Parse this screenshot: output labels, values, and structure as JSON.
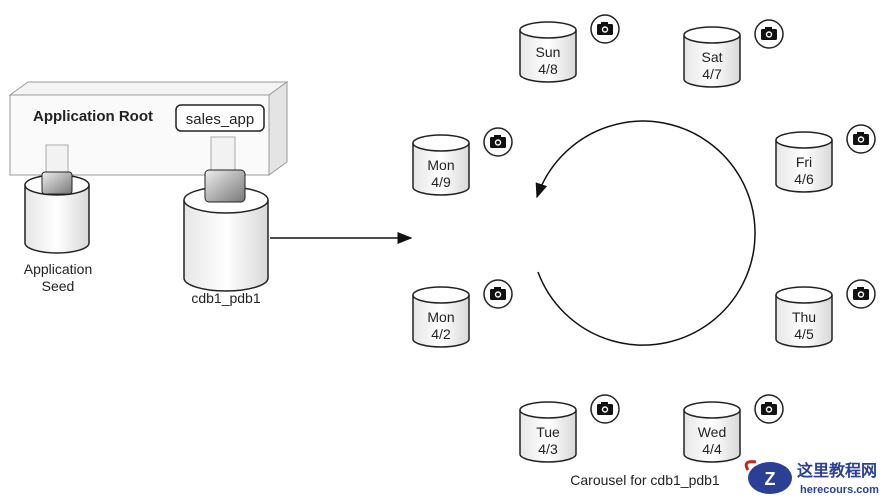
{
  "app_root": {
    "label": "Application Root",
    "app_name": "sales_app"
  },
  "app_seed": {
    "label_line1": "Application",
    "label_line2": "Seed"
  },
  "pdb": {
    "label": "cdb1_pdb1"
  },
  "carousel": {
    "label": "Carousel for cdb1_pdb1",
    "snapshots": [
      {
        "day": "Sun",
        "date": "4/8"
      },
      {
        "day": "Sat",
        "date": "4/7"
      },
      {
        "day": "Mon",
        "date": "4/9"
      },
      {
        "day": "Fri",
        "date": "4/6"
      },
      {
        "day": "Mon",
        "date": "4/2"
      },
      {
        "day": "Thu",
        "date": "4/5"
      },
      {
        "day": "Tue",
        "date": "4/3"
      },
      {
        "day": "Wed",
        "date": "4/4"
      }
    ]
  },
  "watermark": {
    "text_cn": "这里教程网",
    "text_en": "herecours.com"
  }
}
